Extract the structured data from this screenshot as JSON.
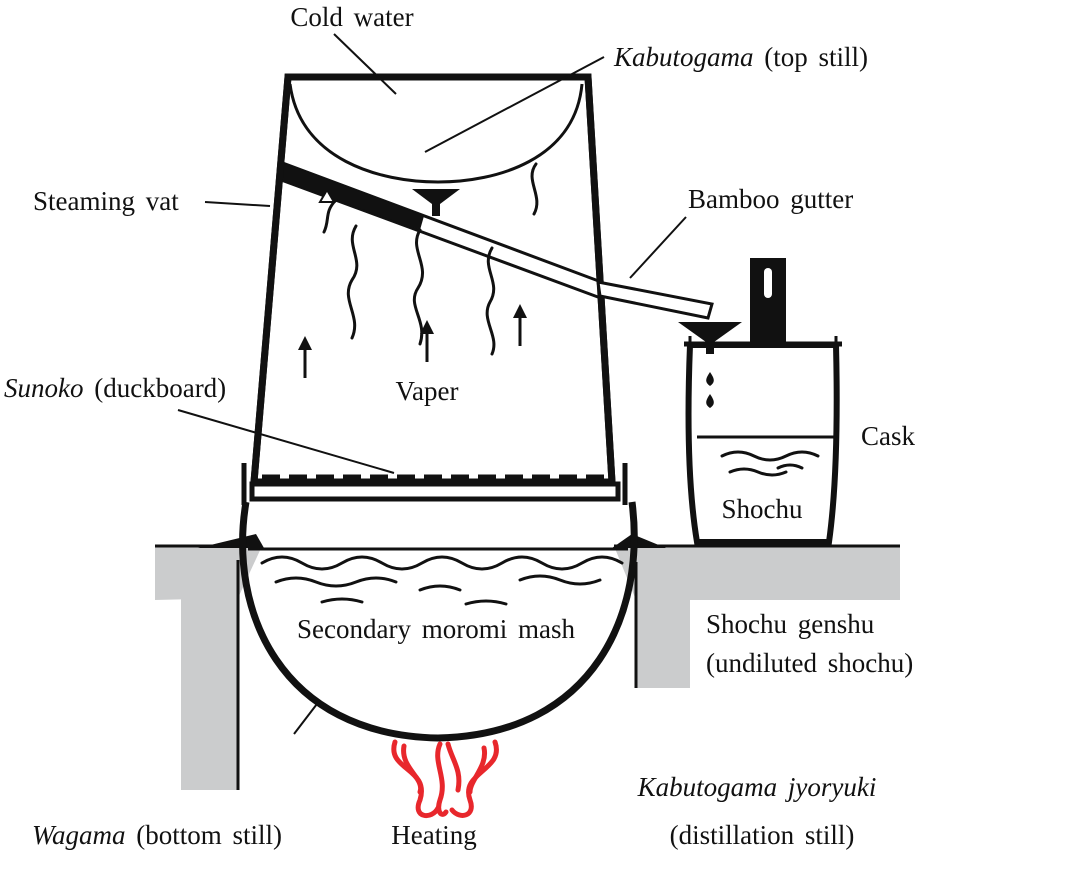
{
  "labels": {
    "cold_water": "Cold water",
    "kabutogama_top": {
      "italic": "Kabutogama",
      "rest": " (top still)"
    },
    "steaming_vat": "Steaming vat",
    "bamboo_gutter": "Bamboo gutter",
    "sunoko": {
      "italic": "Sunoko",
      "rest": " (duckboard)"
    },
    "vaper": "Vaper",
    "cask": "Cask",
    "shochu": "Shochu",
    "secondary_mash": "Secondary moromi mash",
    "shochu_genshu": "Shochu genshu",
    "undiluted_shochu": "(undiluted shochu)",
    "kabutogama_jyoryuki": "Kabutogama jyoryuki",
    "distillation_still": "(distillation still)",
    "wagama": {
      "italic": "Wagama",
      "rest": " (bottom still)"
    },
    "heating": "Heating"
  },
  "colors": {
    "ink": "#111111",
    "floor": "#cbcccd",
    "flame": "#e8272c",
    "background": "#ffffff"
  }
}
